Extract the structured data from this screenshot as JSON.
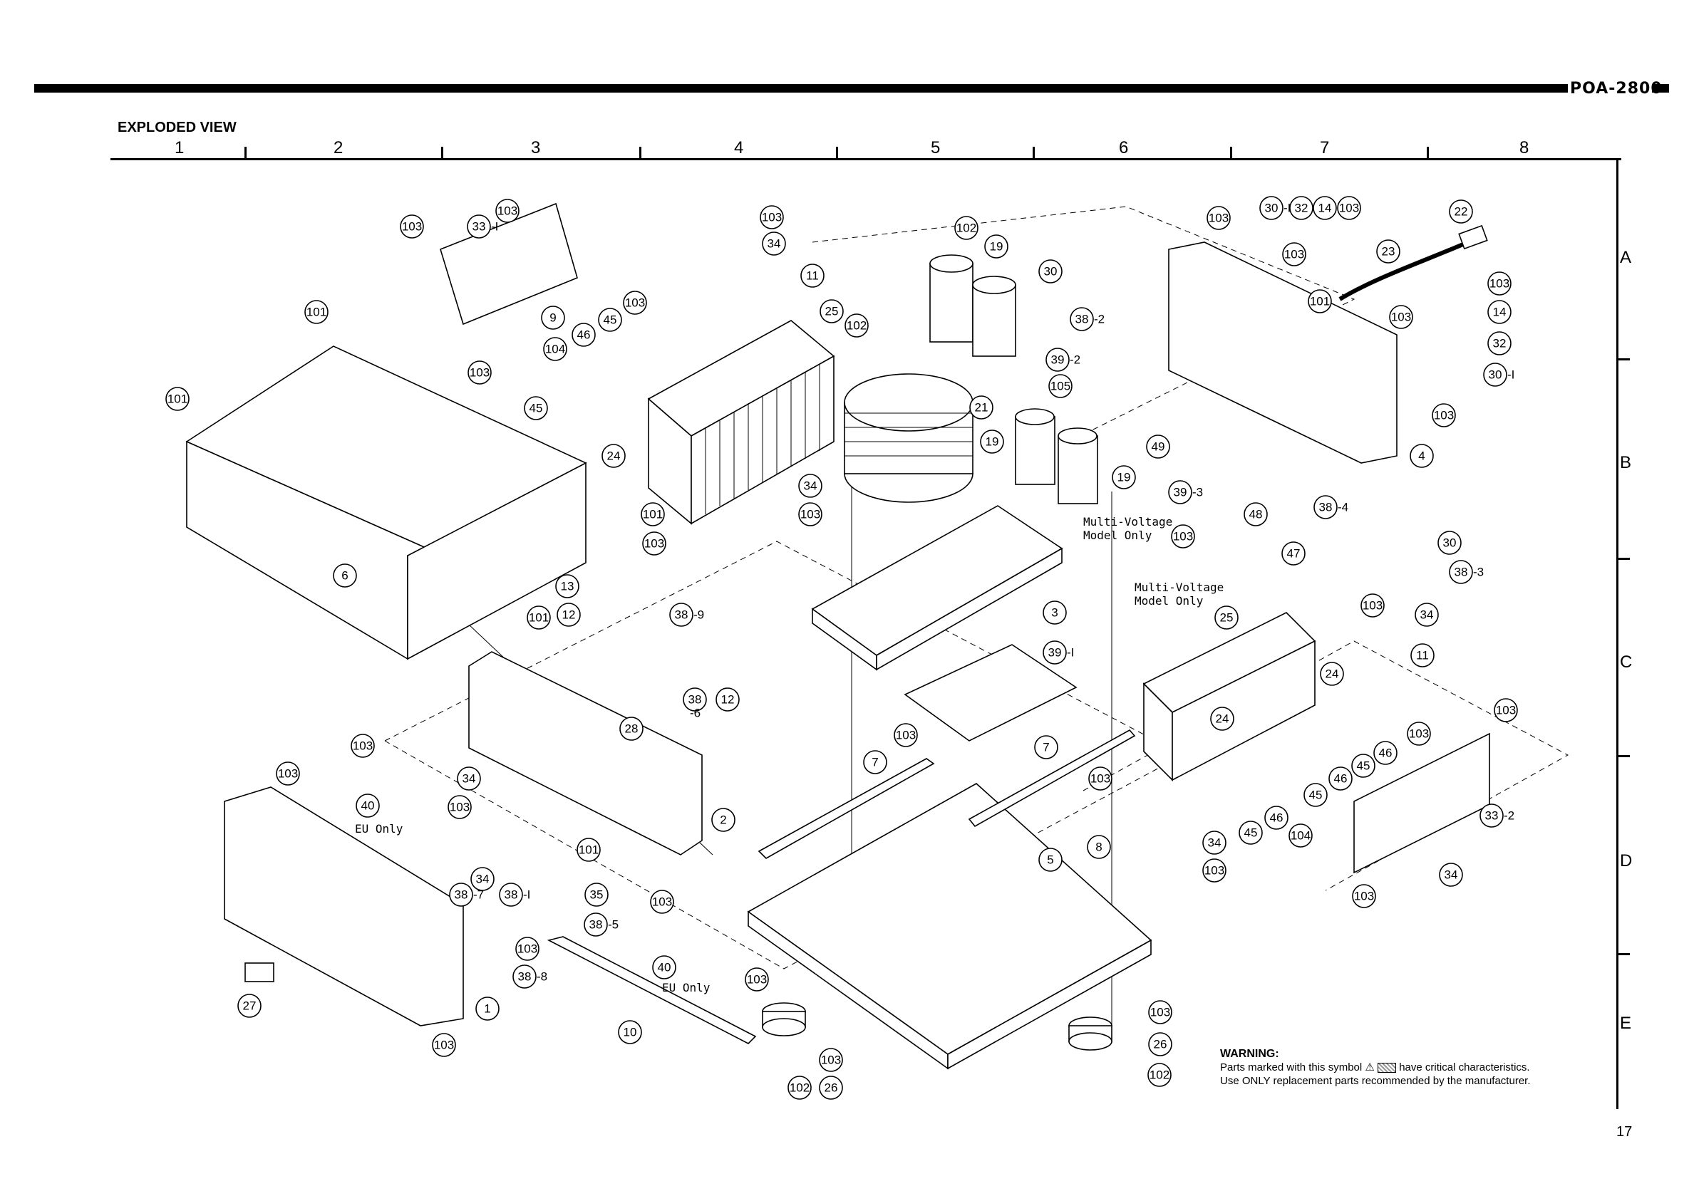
{
  "header": {
    "model": "POA-2800"
  },
  "section": {
    "title": "EXPLODED VIEW"
  },
  "grid": {
    "columns": [
      "1",
      "2",
      "3",
      "4",
      "5",
      "6",
      "7",
      "8"
    ],
    "rows": [
      "A",
      "B",
      "C",
      "D",
      "E"
    ]
  },
  "notes": {
    "multi_voltage_1": "Multi-Voltage",
    "model_only_1": "Model Only",
    "multi_voltage_2": "Multi-Voltage",
    "model_only_2": "Model Only",
    "eu_only_1": "EU Only",
    "eu_only_2": "EU Only"
  },
  "warning": {
    "title": "WARNING:",
    "line1_a": "Parts marked with this symbol",
    "line1_b": "have critical characteristics.",
    "line2": "Use ONLY replacement parts recommended by the manufacturer."
  },
  "page_number": "17",
  "callouts": [
    {
      "id": "c1",
      "label": "103"
    },
    {
      "id": "c2",
      "label": "33"
    },
    {
      "id": "c3",
      "label": "103"
    },
    {
      "id": "c4",
      "label": "101"
    },
    {
      "id": "c5",
      "label": "9"
    },
    {
      "id": "c6",
      "label": "103"
    },
    {
      "id": "c7",
      "label": "104"
    },
    {
      "id": "c8",
      "label": "45"
    },
    {
      "id": "c9",
      "label": "46"
    },
    {
      "id": "c10",
      "label": "45"
    },
    {
      "id": "c11",
      "label": "24"
    },
    {
      "id": "c12",
      "label": "103"
    },
    {
      "id": "c13",
      "label": "103"
    },
    {
      "id": "c14",
      "label": "34"
    },
    {
      "id": "c15",
      "label": "11"
    },
    {
      "id": "c16",
      "label": "25"
    },
    {
      "id": "c17",
      "label": "102"
    },
    {
      "id": "c18",
      "label": "101"
    },
    {
      "id": "c19",
      "label": "34"
    },
    {
      "id": "c20",
      "label": "103"
    },
    {
      "id": "c21",
      "label": "101"
    },
    {
      "id": "c22",
      "label": "6"
    },
    {
      "id": "c23",
      "label": "103"
    },
    {
      "id": "c24",
      "label": "13"
    },
    {
      "id": "c25",
      "label": "38"
    },
    {
      "id": "c26",
      "label": "12"
    },
    {
      "id": "c27",
      "label": "101"
    },
    {
      "id": "c28",
      "label": "102"
    },
    {
      "id": "c29",
      "label": "19"
    },
    {
      "id": "c30",
      "label": "21"
    },
    {
      "id": "c31",
      "label": "30"
    },
    {
      "id": "c32",
      "label": "38"
    },
    {
      "id": "c33",
      "label": "39"
    },
    {
      "id": "c34",
      "label": "105"
    },
    {
      "id": "c35",
      "label": "19"
    },
    {
      "id": "c36",
      "label": "19"
    },
    {
      "id": "c37",
      "label": "49"
    },
    {
      "id": "c38",
      "label": "3"
    },
    {
      "id": "c39",
      "label": "39"
    },
    {
      "id": "c40",
      "label": "103"
    },
    {
      "id": "c41",
      "label": "30"
    },
    {
      "id": "c42",
      "label": "32"
    },
    {
      "id": "c43",
      "label": "14"
    },
    {
      "id": "c44",
      "label": "103"
    },
    {
      "id": "c45",
      "label": "22"
    },
    {
      "id": "c46",
      "label": "103"
    },
    {
      "id": "c47",
      "label": "23"
    },
    {
      "id": "c48",
      "label": "101"
    },
    {
      "id": "c49",
      "label": "103"
    },
    {
      "id": "c50",
      "label": "103"
    },
    {
      "id": "c51",
      "label": "14"
    },
    {
      "id": "c52",
      "label": "32"
    },
    {
      "id": "c53",
      "label": "30"
    },
    {
      "id": "c54",
      "label": "103"
    },
    {
      "id": "c55",
      "label": "39"
    },
    {
      "id": "c56",
      "label": "38"
    },
    {
      "id": "c57",
      "label": "4"
    },
    {
      "id": "c58",
      "label": "48"
    },
    {
      "id": "c59",
      "label": "103"
    },
    {
      "id": "c60",
      "label": "47"
    },
    {
      "id": "c61",
      "label": "30"
    },
    {
      "id": "c62",
      "label": "38"
    },
    {
      "id": "c63",
      "label": "25"
    },
    {
      "id": "c64",
      "label": "103"
    },
    {
      "id": "c65",
      "label": "34"
    },
    {
      "id": "c66",
      "label": "11"
    },
    {
      "id": "c67",
      "label": "24"
    },
    {
      "id": "c68",
      "label": "24"
    },
    {
      "id": "c69",
      "label": "103"
    },
    {
      "id": "c70",
      "label": "46"
    },
    {
      "id": "c71",
      "label": "45"
    },
    {
      "id": "c72",
      "label": "46"
    },
    {
      "id": "c73",
      "label": "45"
    },
    {
      "id": "c74",
      "label": "46"
    },
    {
      "id": "c75",
      "label": "45"
    },
    {
      "id": "c76",
      "label": "104"
    },
    {
      "id": "c77",
      "label": "103"
    },
    {
      "id": "c78",
      "label": "33"
    },
    {
      "id": "c79",
      "label": "103"
    },
    {
      "id": "c80",
      "label": "8"
    },
    {
      "id": "c81",
      "label": "34"
    },
    {
      "id": "c82",
      "label": "103"
    },
    {
      "id": "c83",
      "label": "103"
    },
    {
      "id": "c84",
      "label": "34"
    },
    {
      "id": "c85",
      "label": "38"
    },
    {
      "id": "c86",
      "label": "12"
    },
    {
      "id": "c87",
      "label": "28"
    },
    {
      "id": "c88",
      "label": "103"
    },
    {
      "id": "c89",
      "label": "34"
    },
    {
      "id": "c90",
      "label": "40"
    },
    {
      "id": "c91",
      "label": "103"
    },
    {
      "id": "c92",
      "label": "103"
    },
    {
      "id": "c93",
      "label": "2"
    },
    {
      "id": "c94",
      "label": "101"
    },
    {
      "id": "c95",
      "label": "34"
    },
    {
      "id": "c96",
      "label": "38"
    },
    {
      "id": "c97",
      "label": "38"
    },
    {
      "id": "c98",
      "label": "35"
    },
    {
      "id": "c99",
      "label": "103"
    },
    {
      "id": "c100",
      "label": "38"
    },
    {
      "id": "c101",
      "label": "103"
    },
    {
      "id": "c102",
      "label": "38"
    },
    {
      "id": "c103",
      "label": "27"
    },
    {
      "id": "c104",
      "label": "1"
    },
    {
      "id": "c105",
      "label": "103"
    },
    {
      "id": "c106",
      "label": "40"
    },
    {
      "id": "c107",
      "label": "103"
    },
    {
      "id": "c108",
      "label": "10"
    },
    {
      "id": "c109",
      "label": "103"
    },
    {
      "id": "c110",
      "label": "102"
    },
    {
      "id": "c111",
      "label": "26"
    },
    {
      "id": "c112",
      "label": "103"
    },
    {
      "id": "c113",
      "label": "7"
    },
    {
      "id": "c114",
      "label": "7"
    },
    {
      "id": "c115",
      "label": "5"
    },
    {
      "id": "c116",
      "label": "103"
    },
    {
      "id": "c117",
      "label": "26"
    },
    {
      "id": "c118",
      "label": "102"
    },
    {
      "id": "c119",
      "label": "39"
    },
    {
      "id": "c120",
      "label": "103"
    }
  ],
  "suffixes": {
    "s33_1": "-I",
    "s38_9": "-9",
    "s38_2": "-2",
    "s39_2": "-2",
    "s39_1": "-I",
    "s30_1a": "-I",
    "s30_1b": "-I",
    "s39_3": "-3",
    "s38_4": "-4",
    "s38_3": "-3",
    "s33_2": "-2",
    "s38_6": "-6",
    "s38_7": "-7",
    "s38_1": "-I",
    "s38_5": "-5",
    "s38_8": "-8"
  }
}
